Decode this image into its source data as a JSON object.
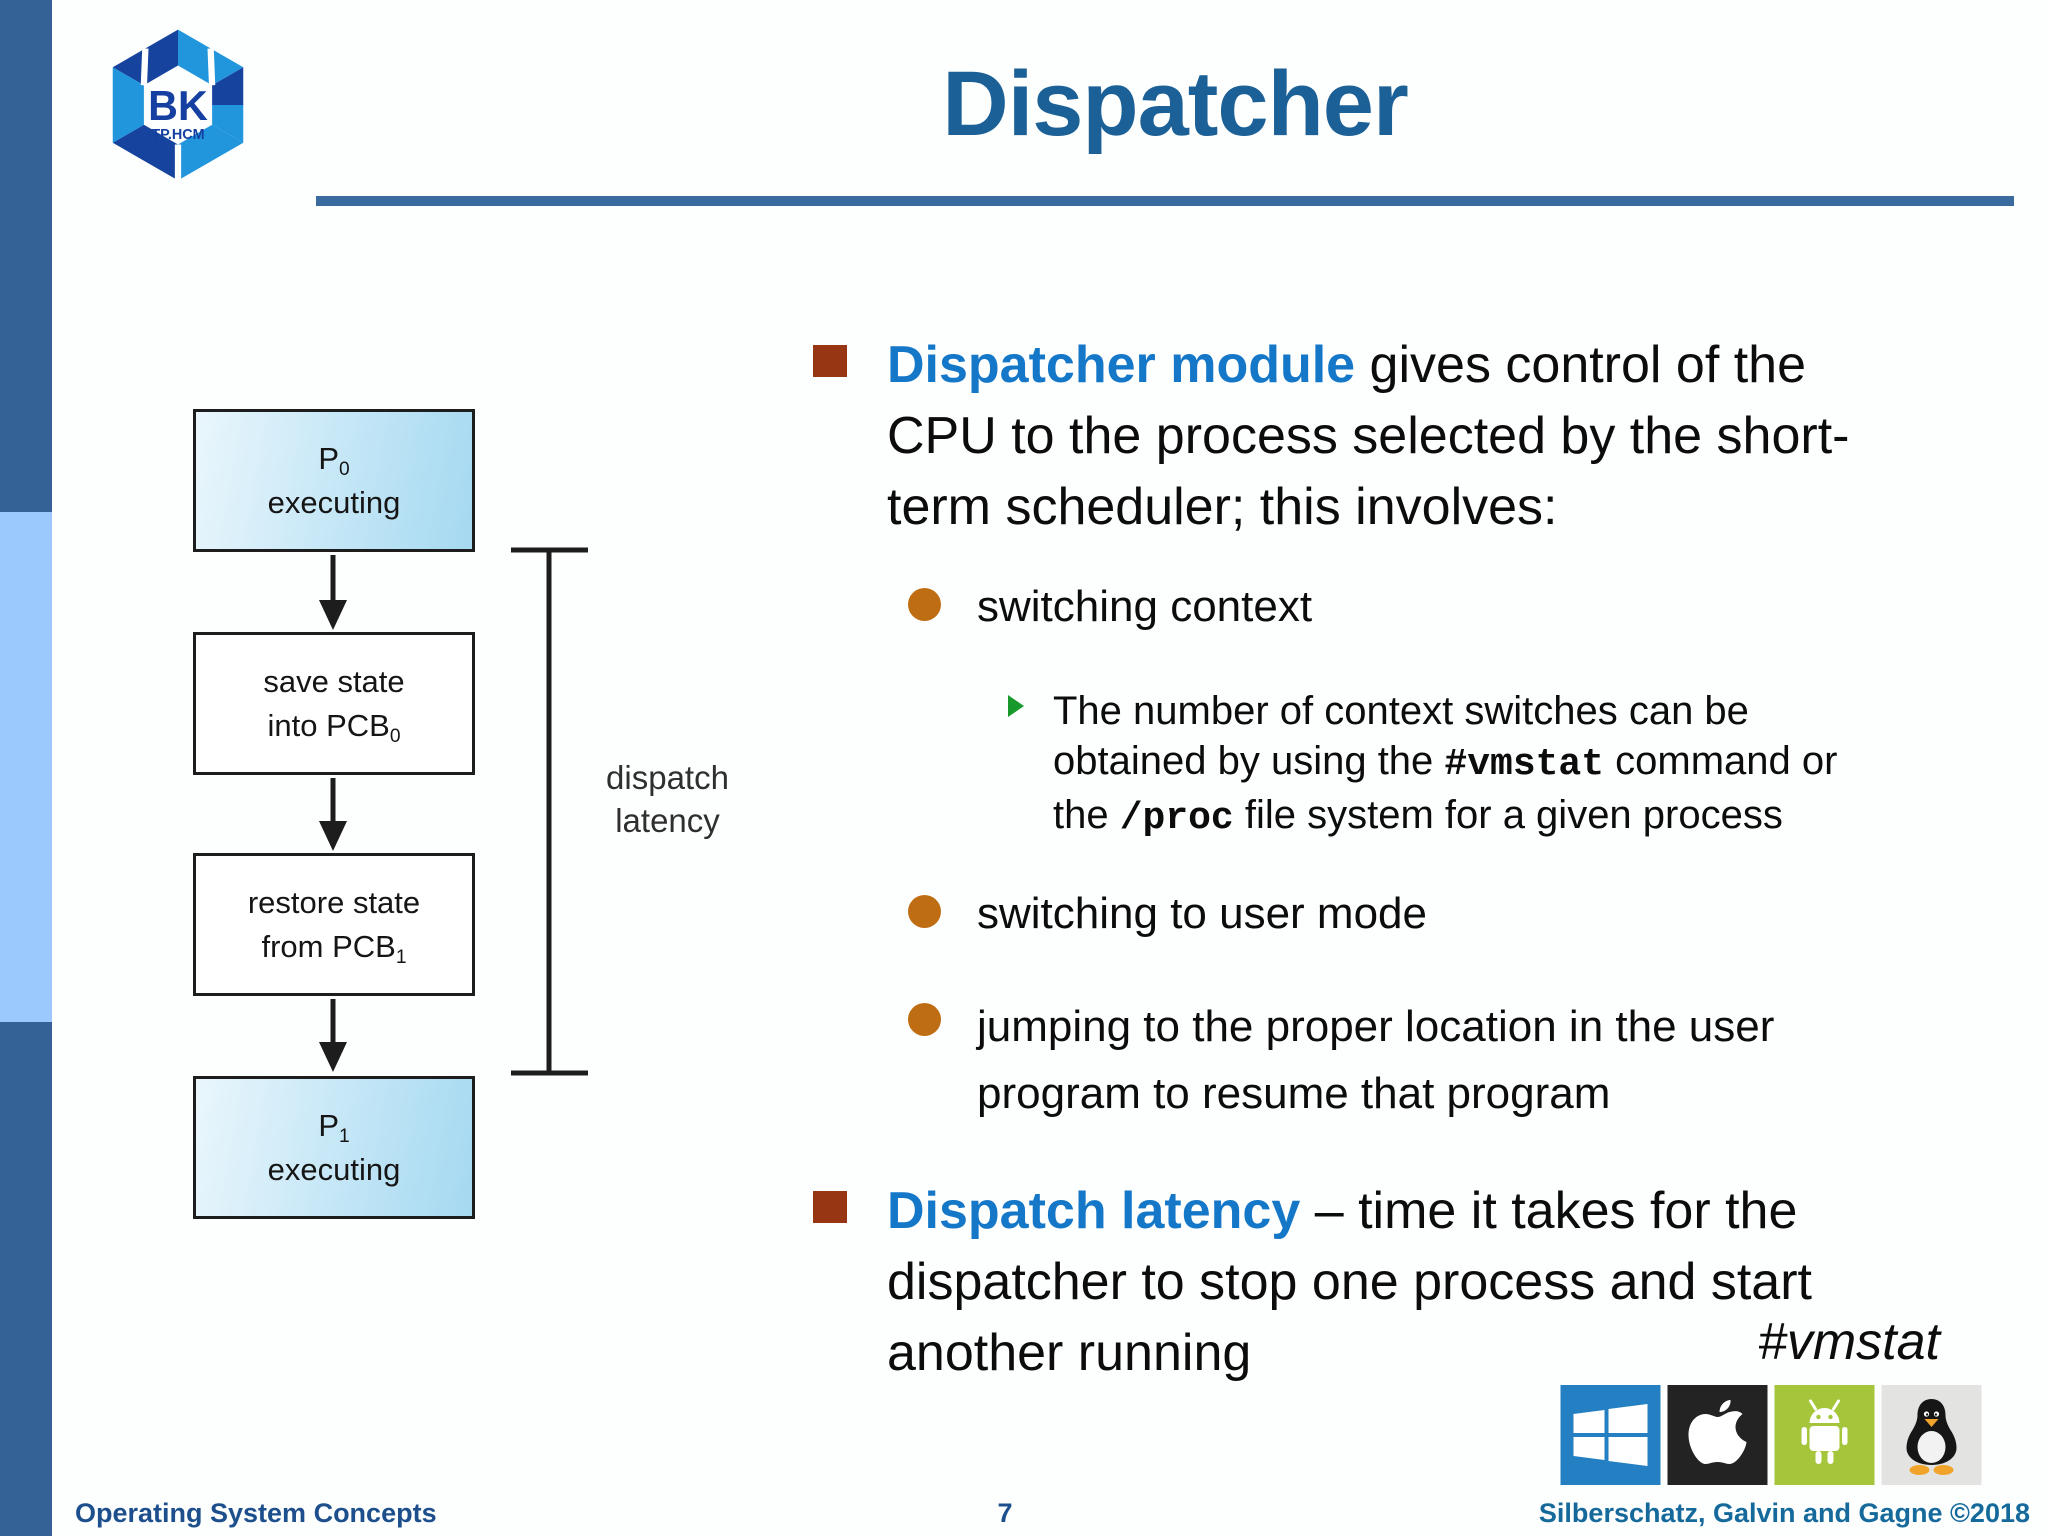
{
  "slide": {
    "title": "Dispatcher",
    "logo": {
      "abbr": "BK",
      "city": "TP.HCM"
    }
  },
  "diagram": {
    "box1": {
      "pre": "P",
      "sub": "0",
      "line2": "executing"
    },
    "box2": {
      "line1": "save state",
      "pre": "into PCB",
      "sub": "0"
    },
    "box3": {
      "line1": "restore state",
      "pre": "from PCB",
      "sub": "1"
    },
    "box4": {
      "pre": "P",
      "sub": "1",
      "line2": "executing"
    },
    "latency_label": "dispatch\nlatency"
  },
  "content": {
    "bullet1": {
      "lead": "Dispatcher module",
      "rest": " gives control of the\nCPU to the process selected by the short-\nterm scheduler; this involves:"
    },
    "sub1": "switching context",
    "detail": {
      "t1": "The number of context switches can be\nobtained by using the ",
      "m1": "#vmstat",
      "t2": " command or\nthe ",
      "m2": "/proc",
      "t3": " file system for a given process"
    },
    "sub2": "switching to user mode",
    "sub3": "jumping to the proper location in the user\nprogram to resume that program",
    "bullet2": {
      "lead": "Dispatch latency",
      "rest": " – time it takes for the\ndispatcher to stop one process and start\nanother running"
    },
    "vmstat_caption": "#vmstat"
  },
  "icons": {
    "windows": "windows-logo",
    "apple": "apple-logo",
    "android": "android-logo",
    "linux": "tux-penguin"
  },
  "footer": {
    "left": "Operating System Concepts",
    "page": "7",
    "right": "Silberschatz, Galvin and Gagne ©2018"
  },
  "colors": {
    "title_blue": "#1b6096",
    "accent_blue": "#1577c8",
    "bullet_red": "#963612",
    "bullet_orange": "#bf6d12",
    "marker_green": "#18992b",
    "sidebar_dark": "#356296",
    "sidebar_light": "#9cc9fd",
    "rule_blue": "#3a6b9e",
    "footer_blue": "#156a9b"
  }
}
